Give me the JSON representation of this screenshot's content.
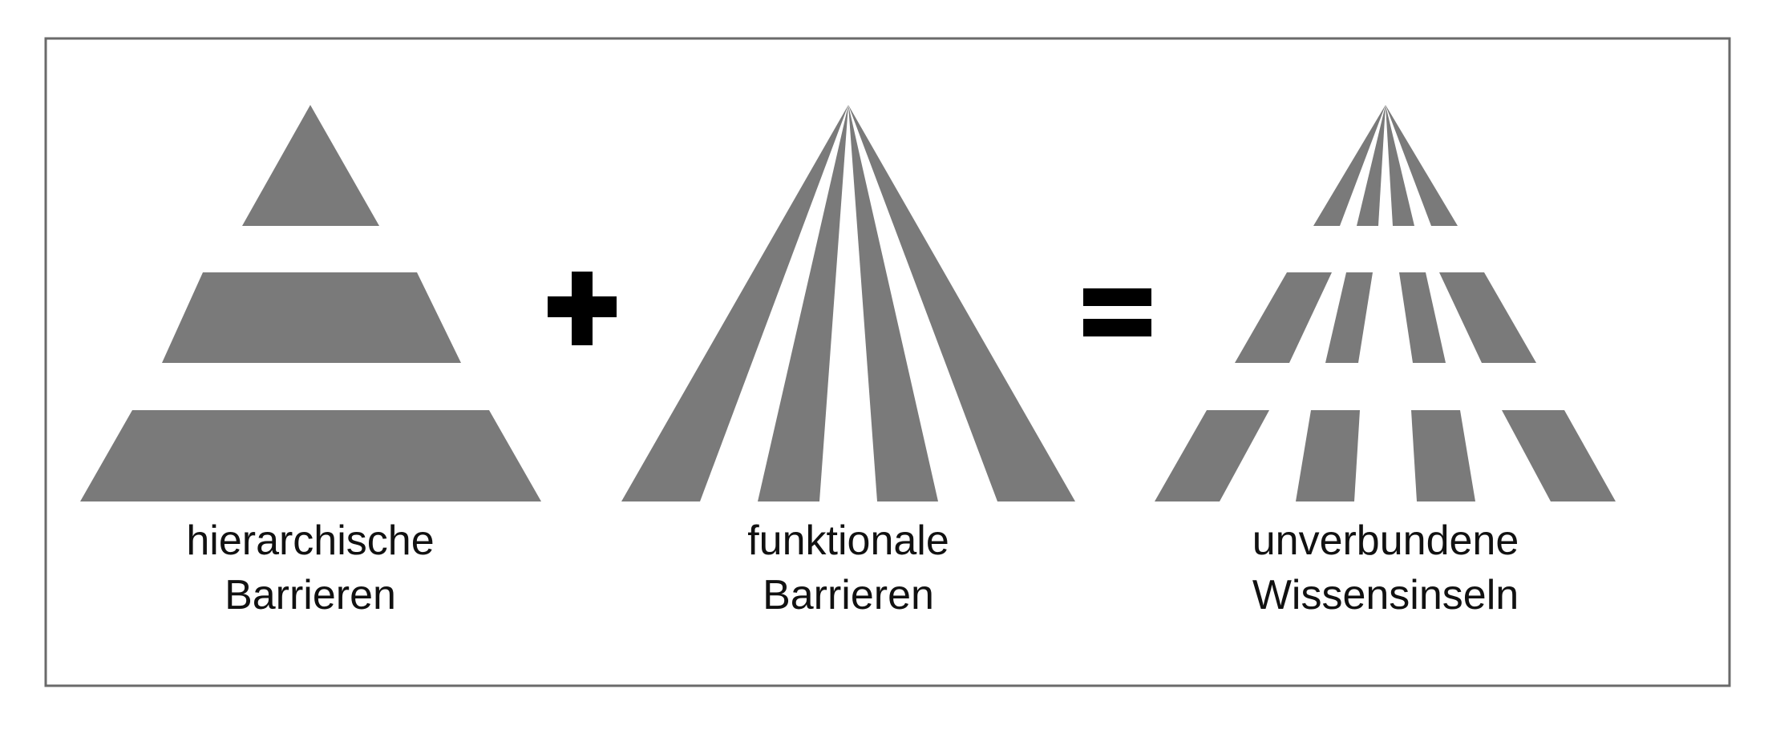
{
  "diagram": {
    "operators": {
      "plus": "+",
      "equals": "="
    },
    "panels": [
      {
        "id": "hierarchical",
        "label_line1": "hierarchische",
        "label_line2": "Barrieren"
      },
      {
        "id": "functional",
        "label_line1": "funktionale",
        "label_line2": "Barrieren"
      },
      {
        "id": "result",
        "label_line1": "unverbundene",
        "label_line2": "Wissensinseln"
      }
    ],
    "colors": {
      "shape_fill": "#7a7a7a",
      "operator": "#000000",
      "frame": "#6a6a6a",
      "background": "#ffffff"
    }
  }
}
